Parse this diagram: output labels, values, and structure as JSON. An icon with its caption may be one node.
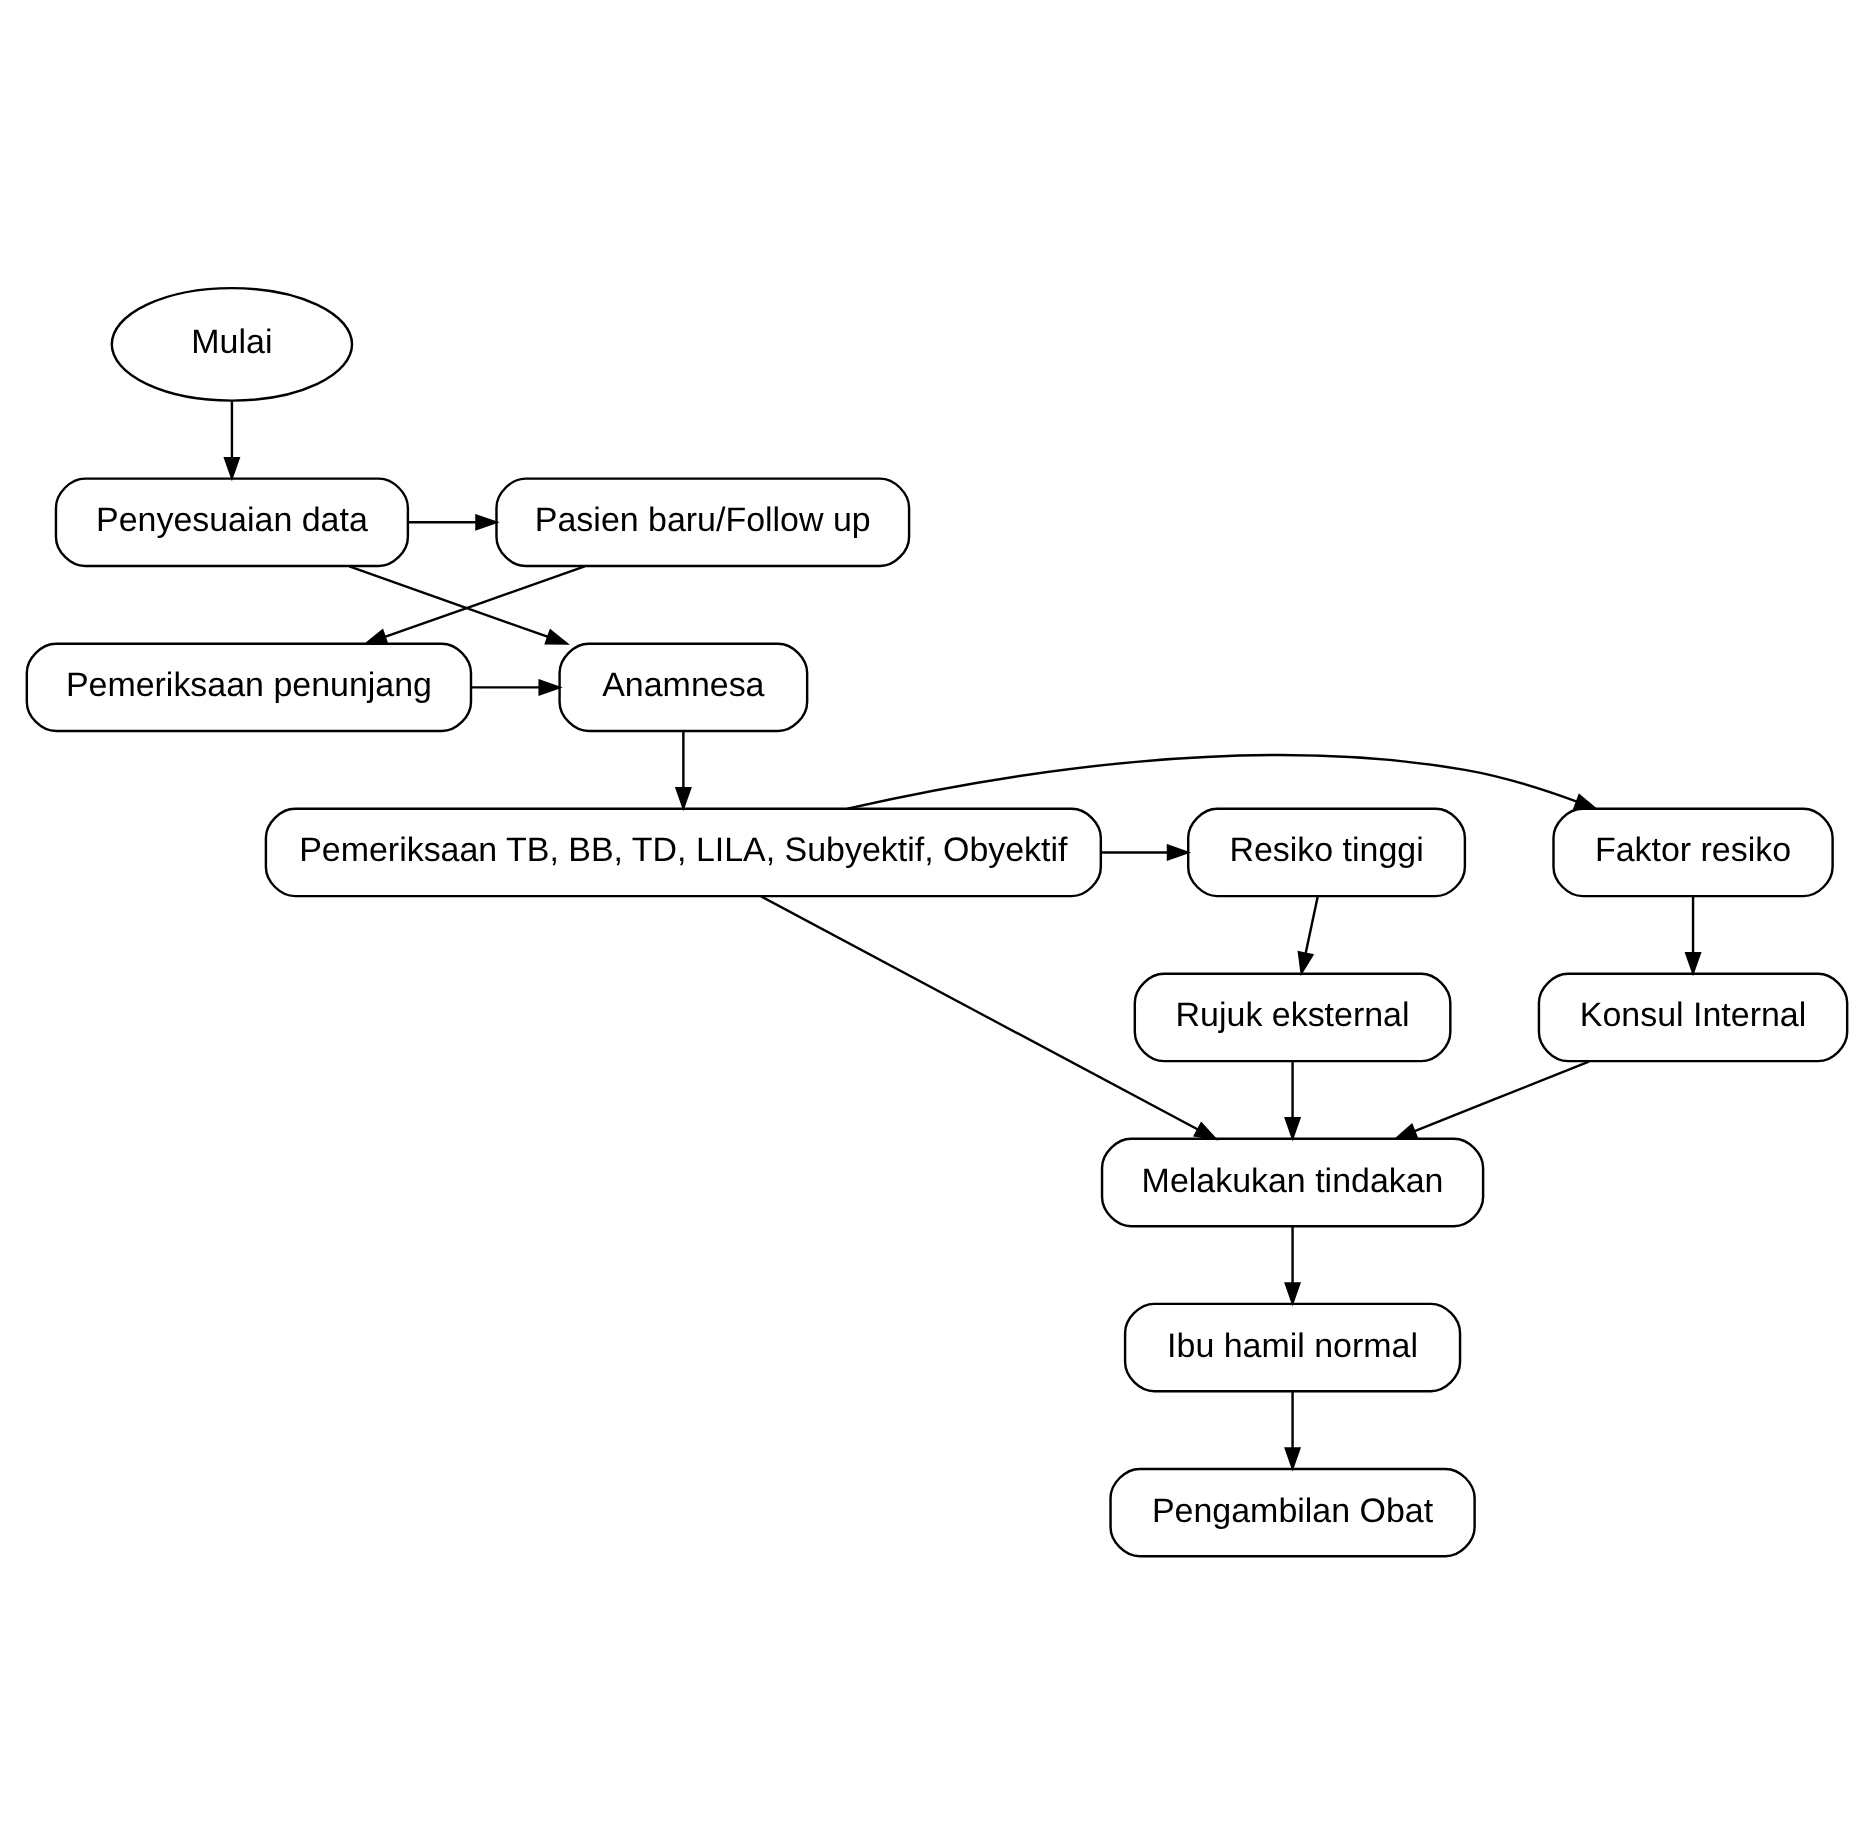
{
  "diagram": {
    "nodes": [
      {
        "text": [
          "Mulai"
        ]
      },
      {
        "text": [
          "Penyesuaian data"
        ]
      },
      {
        "text": [
          "Pasien baru/Follow up"
        ]
      },
      {
        "text": [
          "Anamnesa"
        ]
      },
      {
        "text": [
          "Pemeriksaan penunjang"
        ]
      },
      {
        "text": [
          "Pemeriksaan TB, BB, TD, LILA, Subyektif, Obyektif"
        ]
      },
      {
        "text": [
          "Faktor resiko"
        ]
      },
      {
        "text": [
          "Resiko tinggi"
        ]
      },
      {
        "text": [
          "Konsul Internal"
        ]
      },
      {
        "text": [
          "Rujuk eksternal"
        ]
      },
      {
        "text": [
          "Melakukan tindakan"
        ]
      },
      {
        "text": [
          "Ibu hamil normal"
        ]
      },
      {
        "text": [
          "Pengambilan Obat"
        ]
      }
    ],
    "edges": [
      {
        "from": 0,
        "to": 1,
        "arrow": "to"
      },
      {
        "from": 1,
        "to": 2,
        "arrow": "to"
      },
      {
        "from": 1,
        "to": 3,
        "arrow": "to"
      },
      {
        "from": 2,
        "to": 4,
        "arrow": "to"
      },
      {
        "from": 4,
        "to": 3,
        "arrow": "to"
      },
      {
        "from": 3,
        "to": 5,
        "arrow": "to"
      },
      {
        "from": 5,
        "to": 6,
        "arrow": "to"
      },
      {
        "from": 5,
        "to": 7,
        "arrow": "to"
      },
      {
        "from": 6,
        "to": 8,
        "arrow": "to"
      },
      {
        "from": 7,
        "to": 9,
        "arrow": "to"
      },
      {
        "from": 5,
        "to": 10,
        "arrow": "to"
      },
      {
        "from": 8,
        "to": 10,
        "arrow": "to"
      },
      {
        "from": 9,
        "to": 10,
        "arrow": "to"
      },
      {
        "from": 10,
        "to": 11,
        "arrow": "to"
      },
      {
        "from": 11,
        "to": 12,
        "arrow": "to"
      }
    ]
  }
}
